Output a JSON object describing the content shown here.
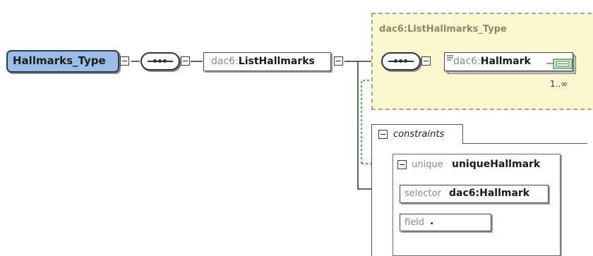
{
  "root": {
    "name": "Hallmarks_Type"
  },
  "list_element": {
    "prefix": "dac6:",
    "name": "ListHallmarks"
  },
  "complex_type": {
    "label": "dac6:ListHallmarks_Type"
  },
  "child_element": {
    "prefix": "dac6:",
    "name": "Hallmark",
    "occurrence": "1..∞"
  },
  "constraints": {
    "label": "constraints",
    "unique": {
      "keyword": "unique",
      "name": "uniqueHallmark",
      "selector_label": "selector",
      "selector_value": "dac6:Hallmark",
      "field_label": "field",
      "field_value": "."
    }
  },
  "colors": {
    "root_fill": "#9cbde6",
    "complex_type_fill": "#fbf7cf",
    "link_green": "#33cc33"
  }
}
